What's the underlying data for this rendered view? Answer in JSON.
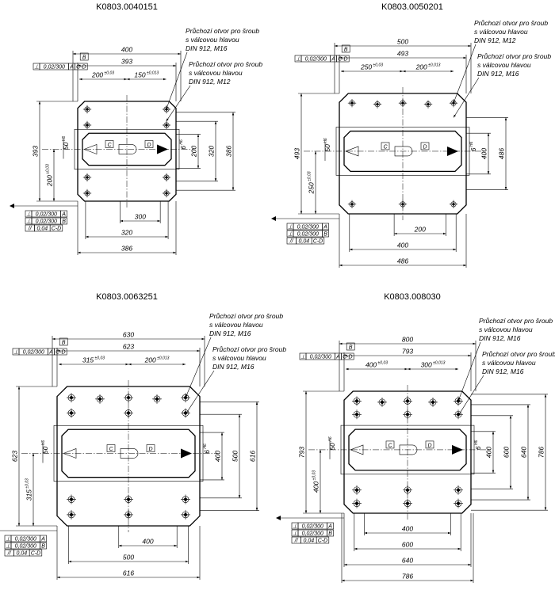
{
  "drawings": [
    {
      "title": "K0803.0040151",
      "note1": [
        "Průchozí otvor pro šroub",
        "s válcovou hlavou",
        "DIN 912, M16"
      ],
      "note2": [
        "Průchozí otvor pro šroub",
        "s válcovou hlavou",
        "DIN 912, M12"
      ],
      "dims": {
        "top_outer": "400",
        "top_inner": "393",
        "split_left": "200",
        "split_left_tol": "±0,03",
        "split_right": "150",
        "split_right_tol": "±0,013",
        "left_height": "393",
        "slot_w": "50",
        "slot_w_tol": "H6",
        "left_offset": "200",
        "left_offset_tol": "±0,03",
        "right_slot": "6",
        "right_slot_tol": "H6",
        "r1": "200",
        "r2": "320",
        "r3": "386",
        "b1": "300",
        "b2": "320",
        "b3": "386"
      },
      "datum_top": "B",
      "fc_top": [
        "⊥",
        "0,02/300",
        "A",
        "C-D"
      ],
      "fc_bottom": [
        [
          "⊥",
          "0,02/300",
          "A"
        ],
        [
          "⊥",
          "0,02/300",
          "B"
        ],
        [
          "//",
          "0,04",
          "C-D"
        ]
      ],
      "datums": [
        "C",
        "D"
      ]
    },
    {
      "title": "K0803.0050201",
      "note1": [
        "Průchozí otvor pro šroub",
        "s válcovou hlavou",
        "DIN 912, M12"
      ],
      "note2": [
        "Průchozí otvor pro šroub",
        "s válcovou hlavou",
        "DIN 912, M16"
      ],
      "dims": {
        "top_outer": "500",
        "top_inner": "493",
        "split_left": "250",
        "split_left_tol": "±0,03",
        "split_right": "200",
        "split_right_tol": "±0,013",
        "left_height": "493",
        "slot_w": "50",
        "slot_w_tol": "H6",
        "left_offset": "250",
        "left_offset_tol": "±0,03",
        "right_slot": "6",
        "right_slot_tol": "H6",
        "r1": "400",
        "r2": "486",
        "b1": "200",
        "b2": "400",
        "b3": "486"
      },
      "datum_top": "B",
      "fc_top": [
        "⊥",
        "0,02/300",
        "A",
        "C-D"
      ],
      "fc_bottom": [
        [
          "⊥",
          "0,02/300",
          "A"
        ],
        [
          "⊥",
          "0,02/300",
          "B"
        ],
        [
          "//",
          "0,04",
          "C-D"
        ]
      ],
      "datums": [
        "C",
        "D"
      ]
    },
    {
      "title": "K0803.0063251",
      "note1": [
        "Průchozí otvor pro šroub",
        "s válcovou hlavou",
        "DIN 912, M16"
      ],
      "note2": [
        "Průchozí otvor pro šroub",
        "s válcovou hlavou",
        "DIN 912, M16"
      ],
      "dims": {
        "top_outer": "630",
        "top_inner": "623",
        "split_left": "315",
        "split_left_tol": "±0,03",
        "split_right": "200",
        "split_right_tol": "±0,013",
        "left_height": "623",
        "slot_w": "50",
        "slot_w_tol": "H6",
        "left_offset": "315",
        "left_offset_tol": "±0,03",
        "right_slot": "6",
        "right_slot_tol": "H6",
        "r1": "400",
        "r2": "500",
        "r3": "616",
        "b1": "400",
        "b2": "500",
        "b3": "616"
      },
      "datum_top": "B",
      "fc_top": [
        "⊥",
        "0,02/300",
        "A",
        "C-D"
      ],
      "fc_bottom": [
        [
          "⊥",
          "0,02/300",
          "A"
        ],
        [
          "⊥",
          "0,02/300",
          "B"
        ],
        [
          "//",
          "0,04",
          "C-D"
        ]
      ],
      "datums": [
        "C",
        "D"
      ]
    },
    {
      "title": "K0803.008030",
      "note1": [
        "Průchozí otvor pro šroub",
        "s válcovou hlavou",
        "DIN 912, M16"
      ],
      "note2": [
        "Průchozí otvor pro šroub",
        "s válcovou hlavou",
        "DIN 912, M16"
      ],
      "dims": {
        "top_outer": "800",
        "top_inner": "793",
        "split_left": "400",
        "split_left_tol": "±0,03",
        "split_right": "300",
        "split_right_tol": "±0,013",
        "left_height": "793",
        "slot_w": "50",
        "slot_w_tol": "H6",
        "left_offset": "400",
        "left_offset_tol": "±0,03",
        "right_slot": "6",
        "right_slot_tol": "H6",
        "r1": "400",
        "r2": "600",
        "r3": "640",
        "r4": "786",
        "b1": "400",
        "b2": "600",
        "b3": "640",
        "b4": "786"
      },
      "datum_top": "B",
      "fc_top": [
        "⊥",
        "0,02/300",
        "A",
        "C-D"
      ],
      "fc_bottom": [
        [
          "⊥",
          "0,02/300",
          "A"
        ],
        [
          "⊥",
          "0,02/300",
          "B"
        ],
        [
          "//",
          "0,04",
          "C-D"
        ]
      ],
      "datums": [
        "C",
        "D"
      ]
    }
  ]
}
